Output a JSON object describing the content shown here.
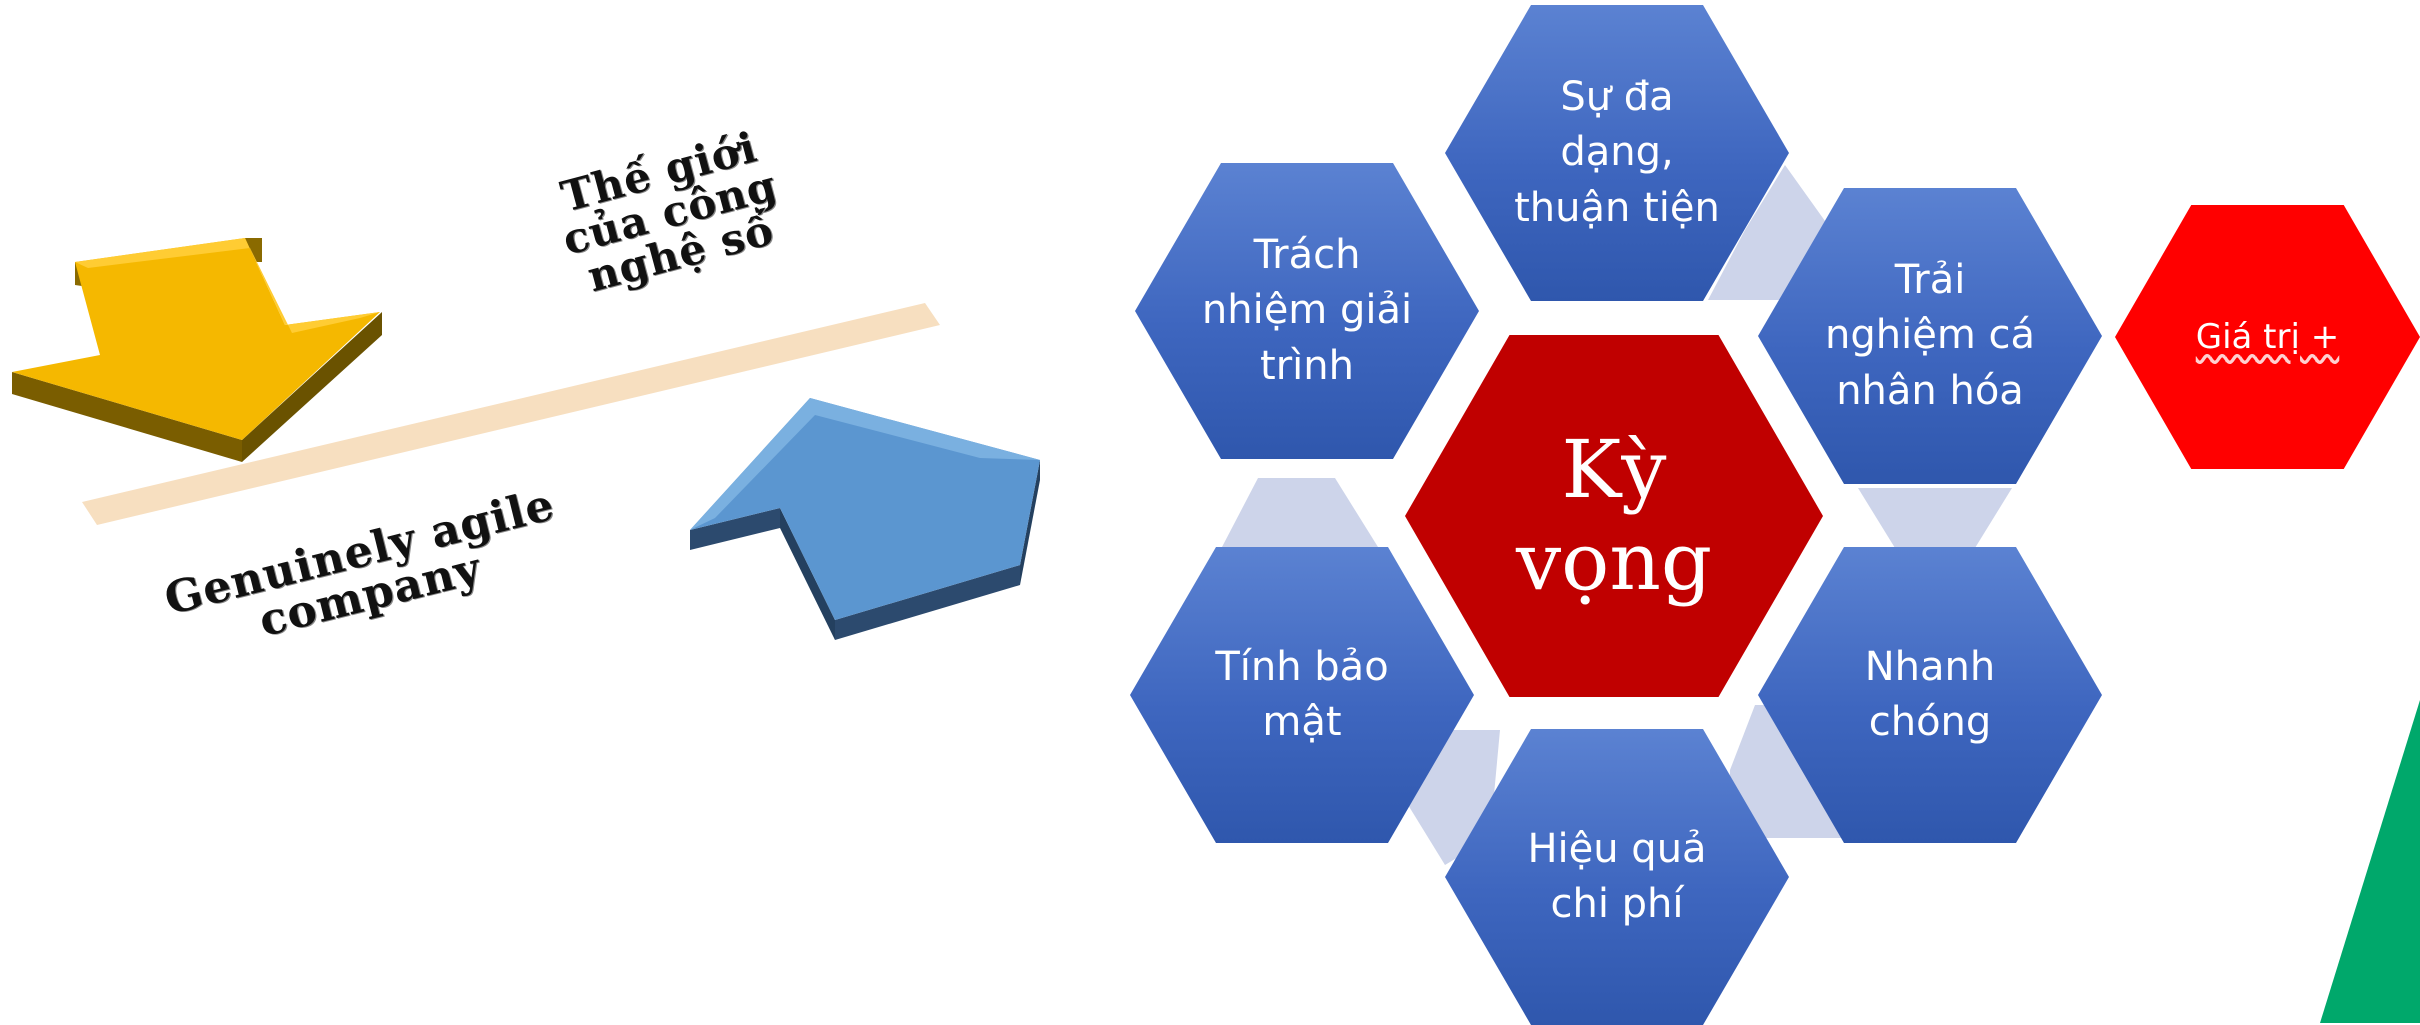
{
  "left_panel": {
    "caption_top": [
      "Thế giới",
      "của công",
      "nghệ số"
    ],
    "caption_bottom": [
      "Genuinely agile",
      "company"
    ],
    "colors": {
      "down_arrow": "#f5b800",
      "up_arrow": "#5b96d0",
      "divider": "#f7dfc0"
    }
  },
  "diagram": {
    "center": [
      "Kỳ",
      "vọng"
    ],
    "hexagons": {
      "top": [
        "Sự đa",
        "dạng,",
        "thuận tiện"
      ],
      "top_left": [
        "Trách",
        "nhiệm giải",
        "trình"
      ],
      "top_right": [
        "Trải",
        "nghiệm cá",
        "nhân hóa"
      ],
      "bottom_left": [
        "Tính bảo",
        "mật"
      ],
      "bottom_right": [
        "Nhanh",
        "chóng"
      ],
      "bottom": [
        "Hiệu quả",
        "chi phí"
      ]
    },
    "value": "Giá trị +",
    "colors": {
      "hex_blue": "#4472c4",
      "center": "#c00000",
      "value": "#ff0000",
      "connector": "#cdd4ea",
      "corner_triangle": "#00a86b"
    }
  }
}
